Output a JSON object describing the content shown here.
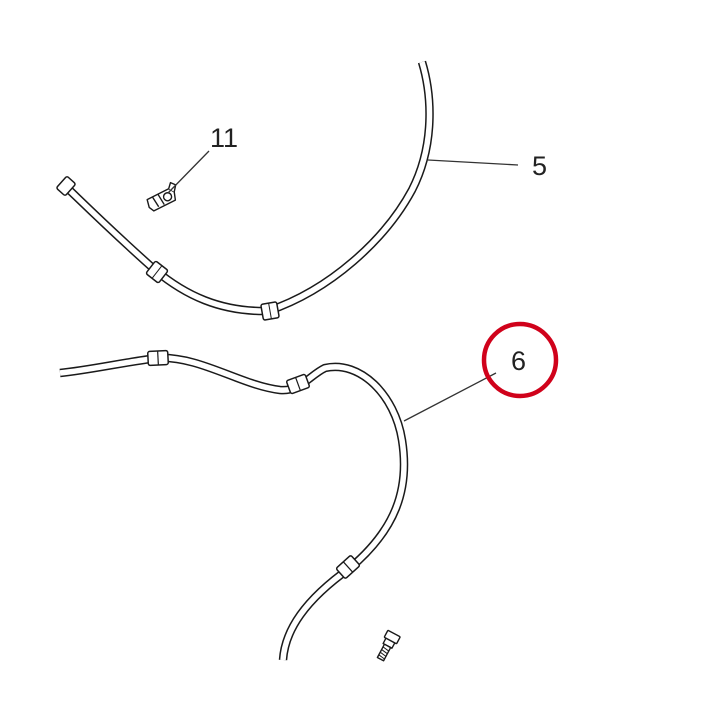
{
  "callouts": {
    "hose_upper": "5",
    "hose_lower": "6",
    "clip": "11"
  },
  "colors": {
    "highlight_ring": "#d0021b",
    "line": "#1a1a1a",
    "background": "#ffffff"
  }
}
